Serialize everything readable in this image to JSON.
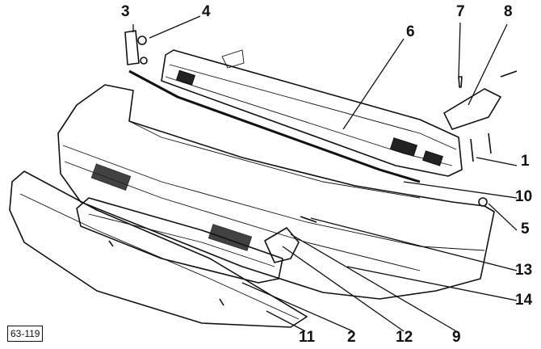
{
  "figure_id": "63-119",
  "callouts": [
    "1",
    "2",
    "3",
    "4",
    "5",
    "6",
    "7",
    "8",
    "9",
    "10",
    "11",
    "12",
    "13",
    "14"
  ]
}
